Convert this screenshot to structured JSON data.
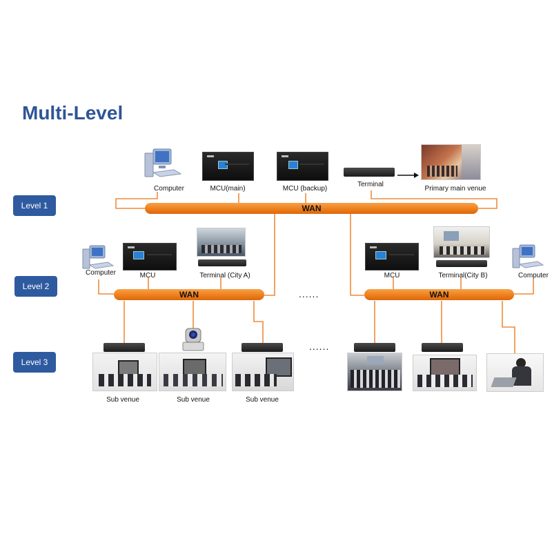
{
  "title": "Multi-Level",
  "levels": [
    "Level 1",
    "Level 2",
    "Level 3"
  ],
  "wan_label": "WAN",
  "ellipsis": "......",
  "level1": {
    "computer": "Computer",
    "mcu_main": "MCU(main)",
    "mcu_backup": "MCU (backup)",
    "terminal": "Terminal",
    "primary_venue": "Primary main venue"
  },
  "level2_left": {
    "computer": "Computer",
    "mcu": "MCU",
    "terminal": "Terminal (City A)"
  },
  "level2_right": {
    "mcu": "MCU",
    "terminal": "Terminal(City B)",
    "computer": "Computer"
  },
  "level3": {
    "sub_venue": "Sub  venue"
  },
  "colors": {
    "title": "#2f5597",
    "level_badge": "#2e5aa0",
    "wan": "#ef7f1a",
    "link": "#ef8a3a"
  }
}
